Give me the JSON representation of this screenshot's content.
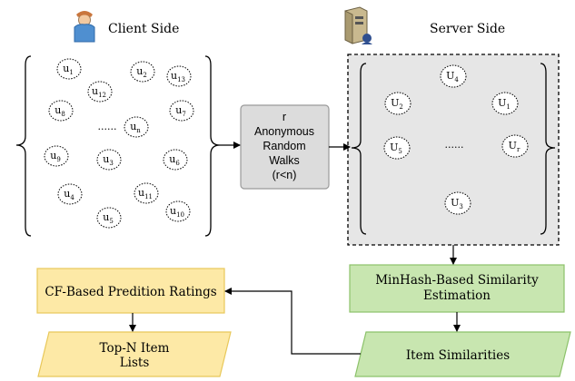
{
  "client": {
    "title": "Client Side",
    "icon": "user-icon"
  },
  "server": {
    "title": "Server Side",
    "icon": "server-icon"
  },
  "client_nodes": [
    {
      "base": "u",
      "sub": "1"
    },
    {
      "base": "u",
      "sub": "2"
    },
    {
      "base": "u",
      "sub": "13"
    },
    {
      "base": "u",
      "sub": "12"
    },
    {
      "base": "u",
      "sub": "8"
    },
    {
      "base": "u",
      "sub": "7"
    },
    {
      "base": "u",
      "sub": "n"
    },
    {
      "base": "u",
      "sub": "9"
    },
    {
      "base": "u",
      "sub": "3"
    },
    {
      "base": "u",
      "sub": "6"
    },
    {
      "base": "u",
      "sub": "4"
    },
    {
      "base": "u",
      "sub": "11"
    },
    {
      "base": "u",
      "sub": "10"
    },
    {
      "base": "u",
      "sub": "5"
    }
  ],
  "client_ellipsis": "......",
  "random_walks": {
    "lines": [
      "r",
      "Anonymous",
      "Random",
      "Walks",
      "(r<n)"
    ]
  },
  "server_nodes": [
    {
      "base": "U",
      "sub": "4"
    },
    {
      "base": "U",
      "sub": "2"
    },
    {
      "base": "U",
      "sub": "1"
    },
    {
      "base": "U",
      "sub": "5"
    },
    {
      "base": "U",
      "sub": "r"
    },
    {
      "base": "U",
      "sub": "3"
    }
  ],
  "server_ellipsis": "......",
  "minhash": {
    "lines": [
      "MinHash-Based Similarity",
      "Estimation"
    ]
  },
  "item_similarities": {
    "label": "Item Similarities"
  },
  "cf_ratings": {
    "label": "CF-Based Predition Ratings"
  },
  "topn": {
    "lines": [
      "Top-N Item",
      "Lists"
    ]
  },
  "colors": {
    "green_fill": "#c8e6b0",
    "green_stroke": "#8cc26a",
    "yellow_fill": "#fde9a6",
    "yellow_stroke": "#e8c85a",
    "gray_fill": "#dcdcdc",
    "gray_stroke": "#9a9a9a",
    "server_fill": "#e6e6e6"
  }
}
